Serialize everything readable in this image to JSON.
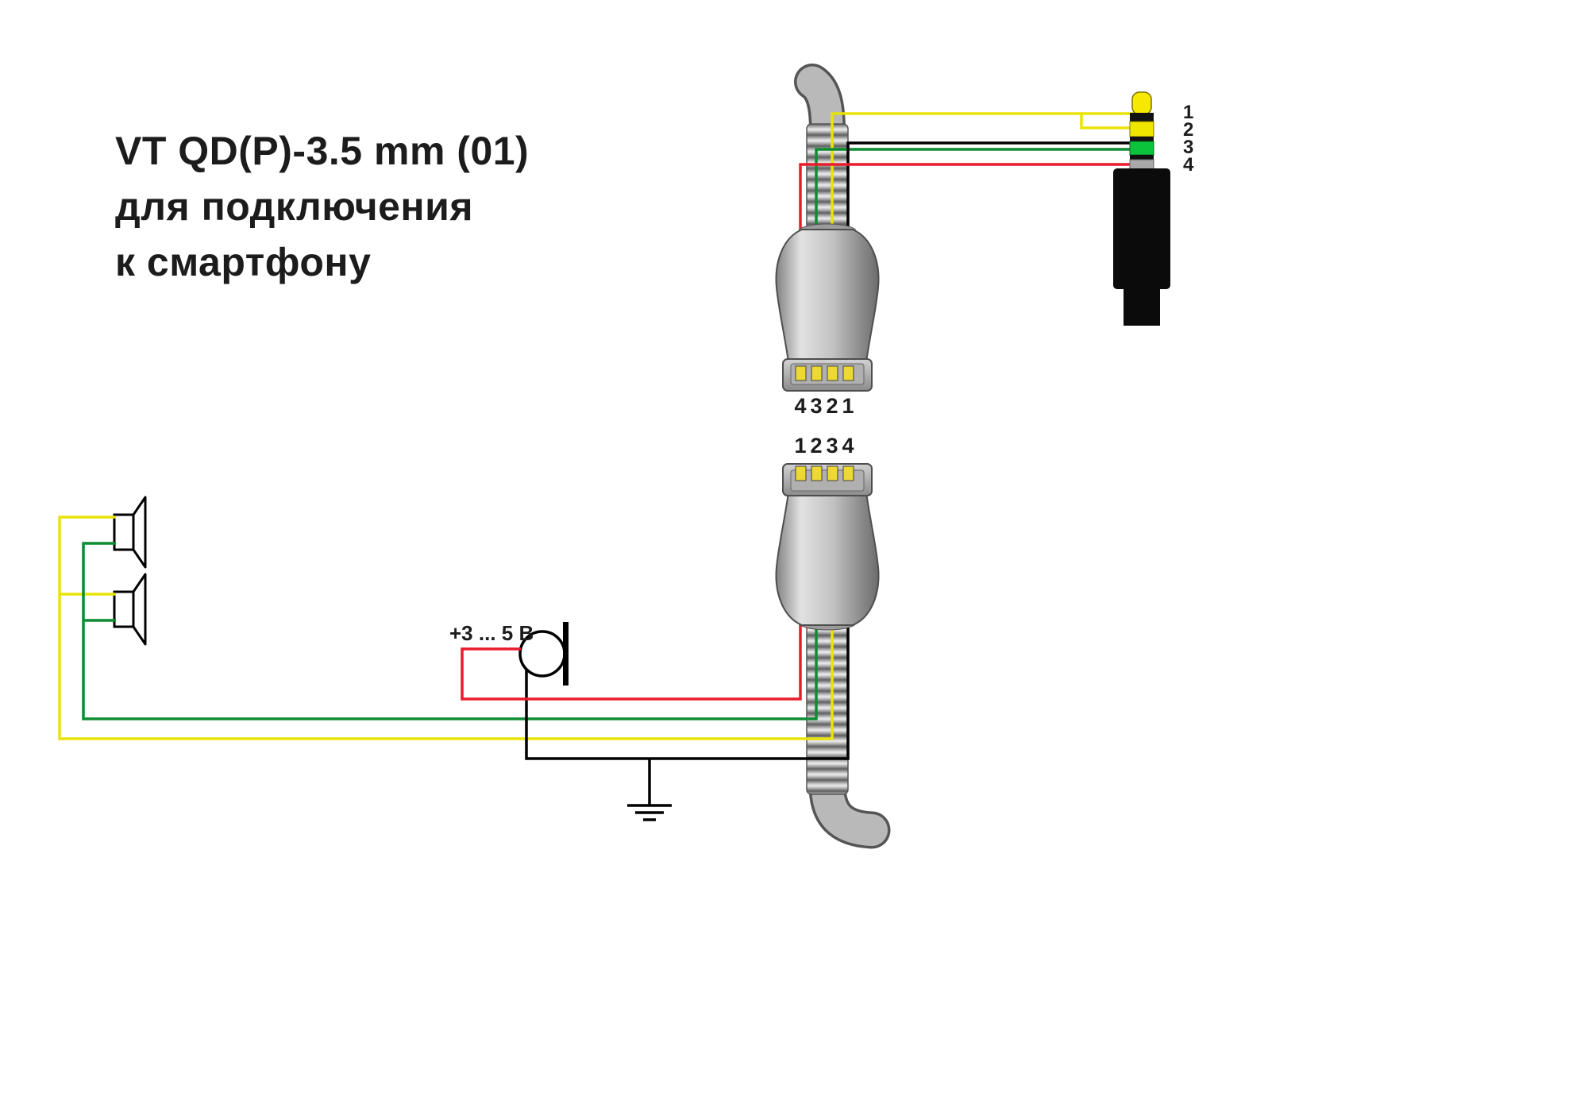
{
  "title": {
    "lines": [
      "VT QD(P)-3.5 mm (01)",
      "для подключения",
      "к смартфону"
    ]
  },
  "top_connector": {
    "pin_labels": [
      "4",
      "3",
      "2",
      "1"
    ]
  },
  "bottom_connector": {
    "pin_labels": [
      "1",
      "2",
      "3",
      "4"
    ]
  },
  "jack": {
    "pin_labels": [
      "1",
      "2",
      "3",
      "4"
    ]
  },
  "mic": {
    "label": "+3 ... 5 В"
  },
  "colors": {
    "wire_yellow": "#e8e308",
    "wire_green": "#0e8c32",
    "wire_red": "#ea1c2c",
    "wire_black": "#000000",
    "jack_tip": "#f7e800",
    "jack_band_yellow": "#efe600",
    "jack_band_green": "#0cc43c",
    "pin_yellow": "#edd92f"
  }
}
